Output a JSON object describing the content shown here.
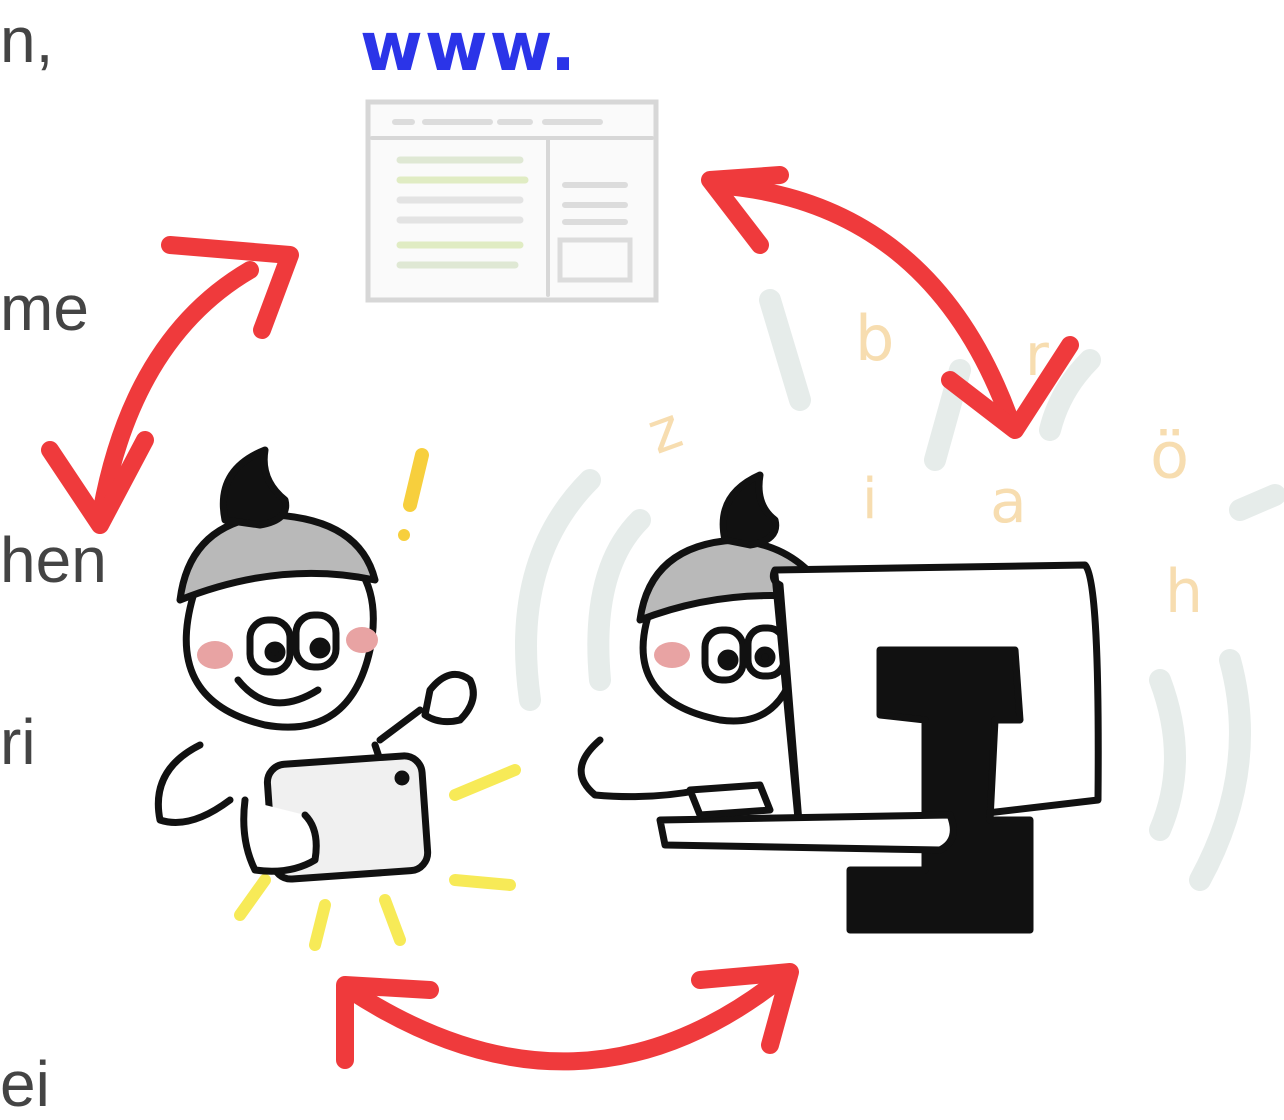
{
  "text_fragments": [
    {
      "text": "n,"
    },
    {
      "text": "me"
    },
    {
      "text": "hen"
    },
    {
      "text": "ri"
    },
    {
      "text": "ei"
    }
  ],
  "www_label": "www.",
  "floating_letters": [
    "b",
    "r",
    "z",
    "i",
    "a",
    "ö",
    "h"
  ],
  "colors": {
    "arrow": "#ef3a3c",
    "www": "#2b34e8",
    "ink": "#111111",
    "hat_gray": "#b9b9b9",
    "cheek": "#e8a3a3",
    "spark_yellow": "#f7ea57",
    "letter_yellow": "#f7ddb0",
    "pale_gray": "#e6ecea"
  },
  "icons": [
    "browser-window-icon",
    "tablet-user-figure",
    "computer-user-figure",
    "two-way-arrow-icon"
  ]
}
